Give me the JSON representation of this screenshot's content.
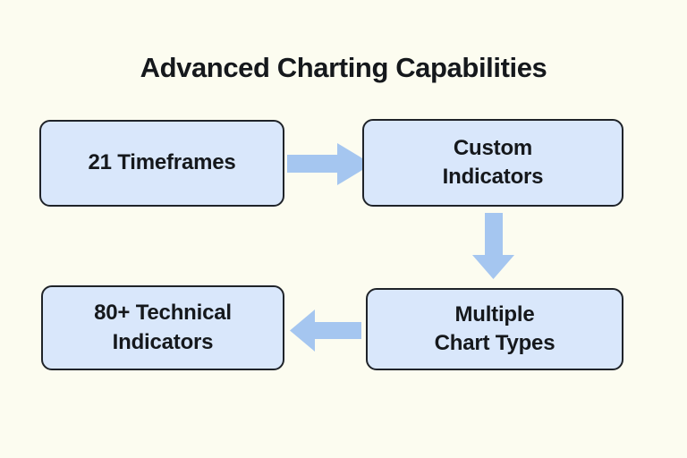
{
  "title": "Advanced Charting Capabilities",
  "colors": {
    "background": "#FCFCF0",
    "node_fill": "#D9E7FB",
    "node_border": "#1F2329",
    "text": "#15181C",
    "arrow": "#A5C6F0"
  },
  "nodes": [
    {
      "id": "timeframes",
      "label": "21 Timeframes"
    },
    {
      "id": "custom-indicators",
      "label": "Custom\nIndicators"
    },
    {
      "id": "multiple-chart-types",
      "label": "Multiple\nChart Types"
    },
    {
      "id": "technical-indicators",
      "label": "80+ Technical\nIndicators"
    }
  ],
  "flow": [
    {
      "from": "21 Timeframes",
      "to": "Custom Indicators",
      "direction": "right"
    },
    {
      "from": "Custom Indicators",
      "to": "Multiple Chart Types",
      "direction": "down"
    },
    {
      "from": "Multiple Chart Types",
      "to": "80+ Technical Indicators",
      "direction": "left"
    }
  ]
}
